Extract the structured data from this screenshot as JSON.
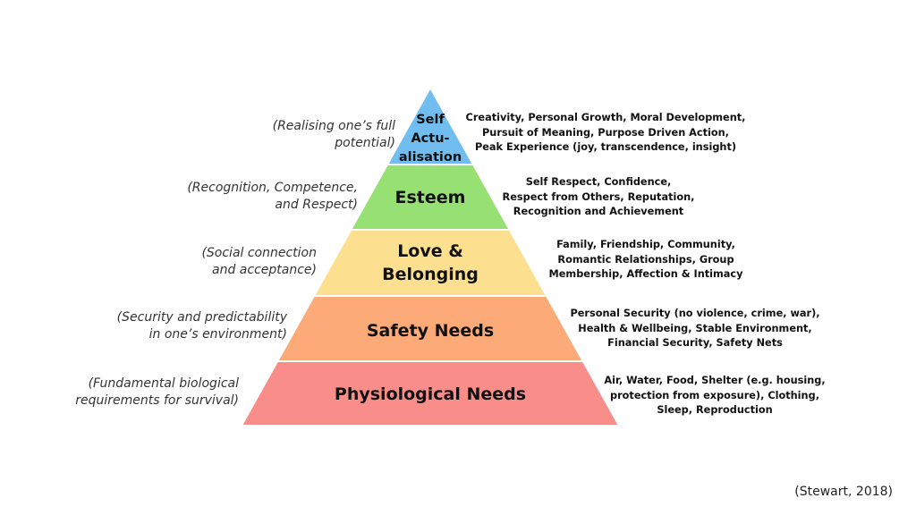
{
  "pyramid": {
    "tiers": [
      {
        "id": "self-actualisation",
        "label_lines": [
          "Self",
          "Actu-",
          "alisation"
        ],
        "color": "#72bdf0",
        "left_text": "(Realising one’s full\npotential)",
        "right_text": "Creativity, Personal Growth, Moral Development,\nPursuit of Meaning, Purpose Driven Action,\nPeak Experience (joy, transcendence, insight)"
      },
      {
        "id": "esteem",
        "label_lines": [
          "Esteem"
        ],
        "color": "#96e074",
        "left_text": "(Recognition, Competence,\nand Respect)",
        "right_text": "Self Respect, Confidence,\nRespect from Others, Reputation,\nRecognition and Achievement"
      },
      {
        "id": "love-belonging",
        "label_lines": [
          "Love &",
          "Belonging"
        ],
        "color": "#fde08f",
        "left_text": "(Social connection\nand acceptance)",
        "right_text": "Family, Friendship, Community,\nRomantic Relationships, Group\nMembership, Affection & Intimacy"
      },
      {
        "id": "safety-needs",
        "label_lines": [
          "Safety Needs"
        ],
        "color": "#fbaa78",
        "left_text": "(Security and predictability\nin one’s environment)",
        "right_text": "Personal Security (no violence, crime, war),\nHealth & Wellbeing, Stable Environment,\nFinancial Security, Safety Nets"
      },
      {
        "id": "physiological-needs",
        "label_lines": [
          "Physiological Needs"
        ],
        "color": "#f98d8a",
        "left_text": "(Fundamental biological\nrequirements for survival)",
        "right_text": "Air, Water, Food, Shelter (e.g. housing,\nprotection from exposure), Clothing,\nSleep, Reproduction"
      }
    ]
  },
  "citation": "(Stewart, 2018)"
}
